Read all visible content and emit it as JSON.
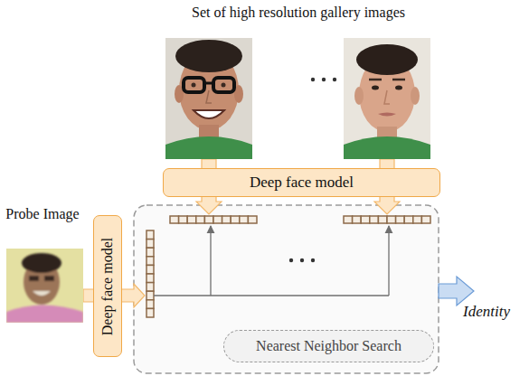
{
  "diagram": {
    "title": "Set of high resolution gallery images",
    "nodes": [
      {
        "text": [
          "Deep face model"
        ]
      },
      {
        "text": [
          "Deep face model"
        ]
      },
      {
        "text": [
          "Nearest Neighbor Search"
        ]
      }
    ],
    "labels": [
      "Probe Image",
      "Identity"
    ]
  }
}
